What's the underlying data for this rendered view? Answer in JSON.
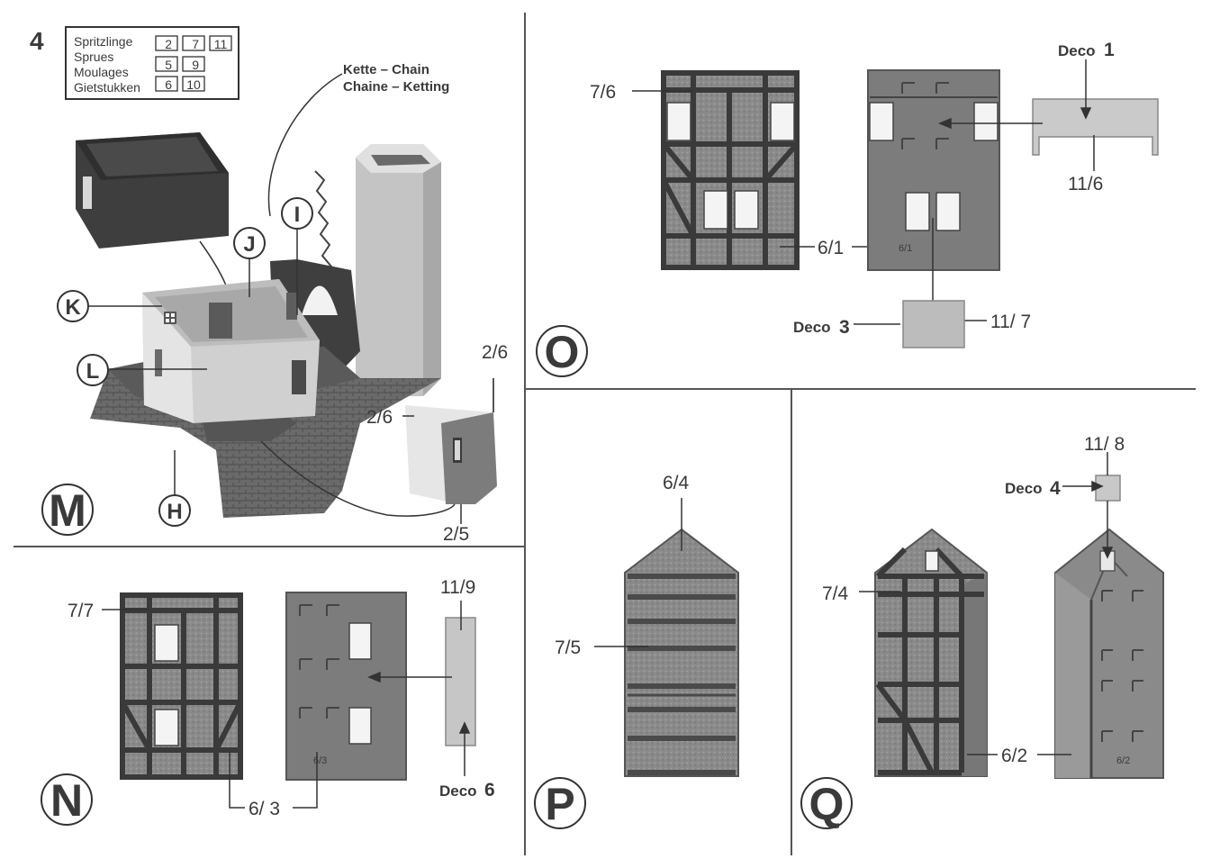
{
  "page_number": "4",
  "legend": {
    "rows": [
      {
        "label": "Spritzlinge",
        "nums": [
          "2",
          "7",
          "11"
        ]
      },
      {
        "label": "Sprues",
        "nums": []
      },
      {
        "label": "Moulages",
        "nums": [
          "5",
          "9"
        ]
      },
      {
        "label": "Gietstukken",
        "nums": [
          "6",
          "10"
        ]
      }
    ]
  },
  "chain_label": {
    "line1": "Kette – Chain",
    "line2": "Chaine – Ketting"
  },
  "steps": {
    "M": "M",
    "N": "N",
    "O": "O",
    "P": "P",
    "Q": "Q"
  },
  "small_markers": {
    "H": "H",
    "I": "I",
    "J": "J",
    "K": "K",
    "L": "L"
  },
  "labels": {
    "m_2_6_top": "2/6",
    "m_2_6_left": "2/6",
    "m_2_5": "2/5",
    "o_7_6": "7/6",
    "o_6_1": "6/1",
    "o_deco1_word": "Deco",
    "o_deco1_num": "1",
    "o_11_6": "11/6",
    "o_deco3_word": "Deco",
    "o_deco3_num": "3",
    "o_11_7": "11/ 7",
    "o_emboss_6_1": "6/1",
    "n_7_7": "7/7",
    "n_6_3": "6/ 3",
    "n_11_9": "11/9",
    "n_deco6_word": "Deco",
    "n_deco6_num": "6",
    "n_emboss_6_3": "6/3",
    "p_6_4": "6/4",
    "p_7_5": "7/5",
    "q_11_8": "11/ 8",
    "q_deco4_word": "Deco",
    "q_deco4_num": "4",
    "q_7_4": "7/4",
    "q_6_2": "6/2",
    "q_emboss_6_2": "6/2"
  },
  "colors": {
    "ink": "#3a3a3a",
    "dark_part": "#4a4a4a",
    "mid_part": "#7a7a7a",
    "light_part": "#c8c8c8",
    "window": "#f4f4f4"
  }
}
